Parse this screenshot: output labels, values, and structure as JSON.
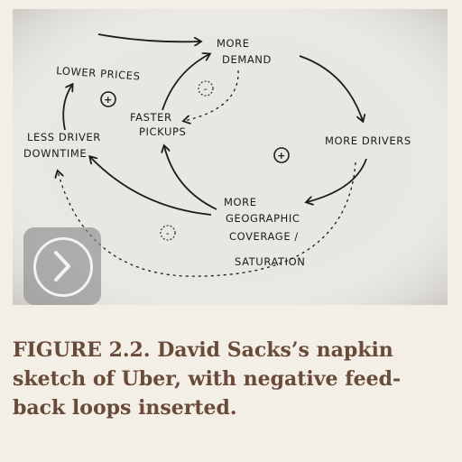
{
  "sketch": {
    "nodes": {
      "more_demand": [
        "MORE",
        "DEMAND"
      ],
      "lower_prices": "LOWER PRICES",
      "faster_pickups": [
        "FASTER",
        "PICKUPS"
      ],
      "less_driver_downtime": [
        "LESS DRIVER",
        "DOWNTIME"
      ],
      "more_drivers": "MORE DRIVERS",
      "more_coverage": [
        "MORE",
        "GEOGRAPHIC",
        "COVERAGE /",
        "SATURATION"
      ]
    },
    "loop_markers": {
      "positive": "+",
      "negative": "-"
    }
  },
  "caption": "FIGURE 2.2. David Sacks’s napkin sketch of Uber, with negative feed-back loops inserted.",
  "controls": {
    "next_icon": "chevron-right-icon"
  }
}
